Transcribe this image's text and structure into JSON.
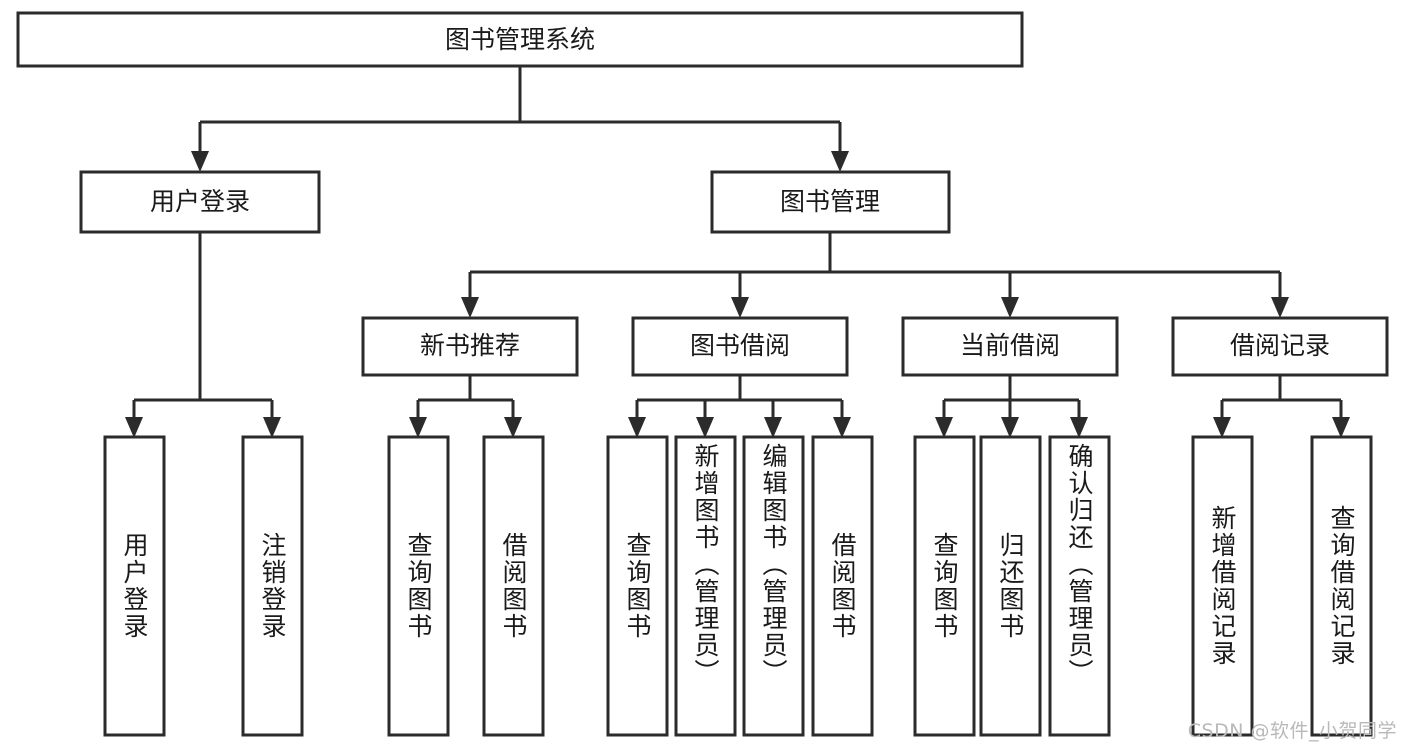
{
  "diagram": {
    "type": "tree",
    "title": "图书管理系统",
    "orientation": "top-down",
    "background_color": "#ffffff",
    "line_color": "#2b2b2b",
    "text_color": "#1a1a1a",
    "levels": 4,
    "root": {
      "id": "root",
      "label": "图书管理系统"
    },
    "level2": [
      {
        "id": "user-login",
        "label": "用户登录"
      },
      {
        "id": "book-manage",
        "label": "图书管理"
      }
    ],
    "level3": [
      {
        "id": "new-book-recommend",
        "label": "新书推荐",
        "parent": "book-manage"
      },
      {
        "id": "book-borrow",
        "label": "图书借阅",
        "parent": "book-manage"
      },
      {
        "id": "current-borrow",
        "label": "当前借阅",
        "parent": "book-manage"
      },
      {
        "id": "borrow-record",
        "label": "借阅记录",
        "parent": "book-manage"
      }
    ],
    "leaves": [
      {
        "id": "leaf-user-login",
        "label": "用户登录",
        "parent": "user-login"
      },
      {
        "id": "leaf-user-logout",
        "label": "注销登录",
        "parent": "user-login"
      },
      {
        "id": "leaf-query-book-1",
        "label": "查询图书",
        "parent": "new-book-recommend"
      },
      {
        "id": "leaf-borrow-book-1",
        "label": "借阅图书",
        "parent": "new-book-recommend"
      },
      {
        "id": "leaf-query-book-2",
        "label": "查询图书",
        "parent": "book-borrow"
      },
      {
        "id": "leaf-add-book",
        "label": "新增图书（管理员）",
        "parent": "book-borrow"
      },
      {
        "id": "leaf-edit-book",
        "label": "编辑图书（管理员）",
        "parent": "book-borrow"
      },
      {
        "id": "leaf-borrow-book-2",
        "label": "借阅图书",
        "parent": "book-borrow"
      },
      {
        "id": "leaf-query-book-3",
        "label": "查询图书",
        "parent": "current-borrow"
      },
      {
        "id": "leaf-return-book",
        "label": "归还图书",
        "parent": "current-borrow"
      },
      {
        "id": "leaf-confirm-return",
        "label": "确认归还（管理员）",
        "parent": "current-borrow"
      },
      {
        "id": "leaf-add-record",
        "label": "新增借阅记录",
        "parent": "borrow-record"
      },
      {
        "id": "leaf-query-record",
        "label": "查询借阅记录",
        "parent": "borrow-record"
      }
    ]
  },
  "watermark": {
    "text": "CSDN @软件_小贺同学"
  }
}
